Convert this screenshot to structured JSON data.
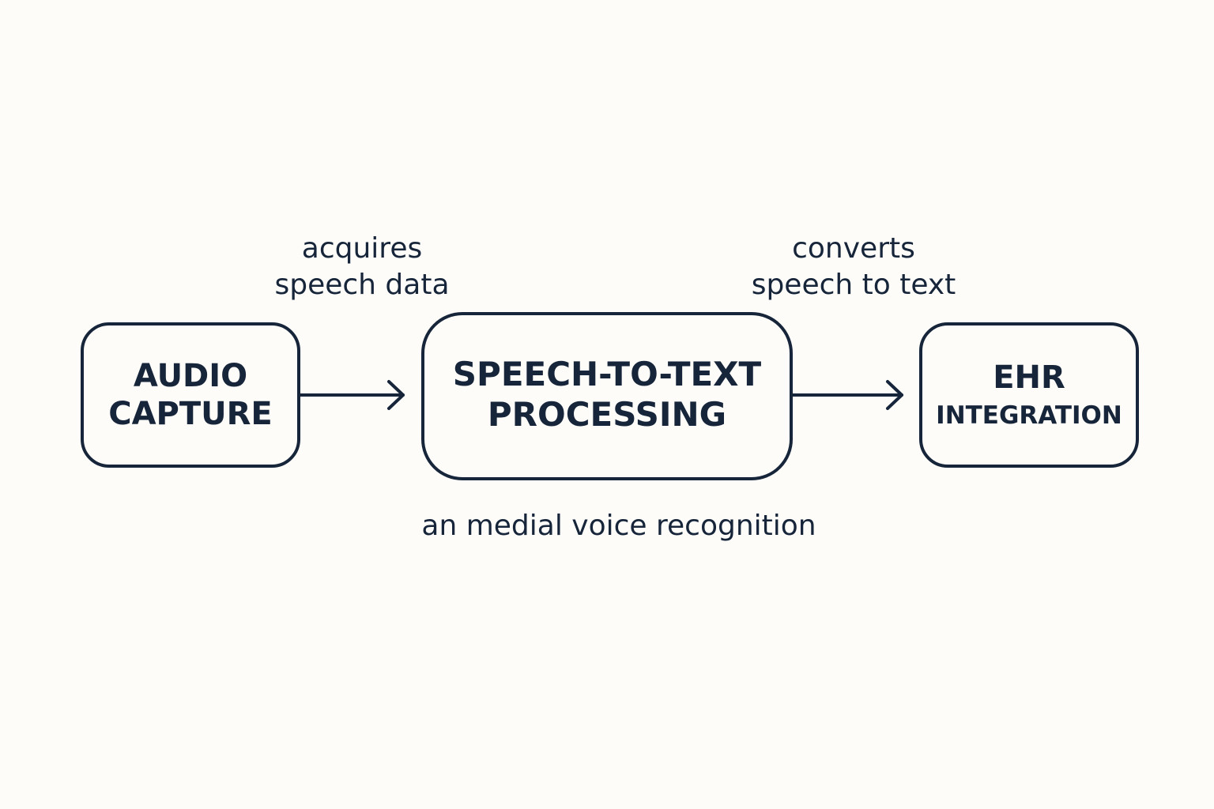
{
  "diagram": {
    "nodes": [
      {
        "id": "audio",
        "line1": "AUDIO",
        "line2": "CAPTURE"
      },
      {
        "id": "stt",
        "line1": "SPEECH-TO-TEXT",
        "line2": "PROCESSING"
      },
      {
        "id": "ehr",
        "line1": "EHR",
        "line2": "INTEGRATION"
      }
    ],
    "edges": [
      {
        "from": "audio",
        "to": "stt",
        "label_line1": "acquires",
        "label_line2": "speech data"
      },
      {
        "from": "stt",
        "to": "ehr",
        "label_line1": "converts",
        "label_line2": "speech to text"
      }
    ],
    "caption": "an medial voice recognition",
    "colors": {
      "background": "#FDFCF8",
      "ink": "#17253A"
    }
  }
}
